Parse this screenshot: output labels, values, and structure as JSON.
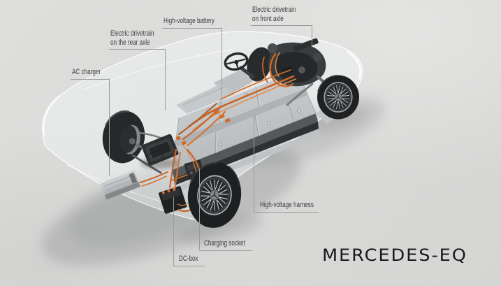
{
  "callouts": [
    {
      "id": "ac-charger",
      "line1": "AC charger",
      "line2": ""
    },
    {
      "id": "drivetrain-rear-axle",
      "line1": "Electric drivetrain",
      "line2": "on the rear axle"
    },
    {
      "id": "high-voltage-battery",
      "line1": "High-voltage battery",
      "line2": ""
    },
    {
      "id": "drivetrain-front-axle",
      "line1": "Electric drivetrain",
      "line2": "on front axle"
    },
    {
      "id": "high-voltage-harness",
      "line1": "High-voltage harness",
      "line2": ""
    },
    {
      "id": "charging-socket",
      "line1": "Charging socket",
      "line2": ""
    },
    {
      "id": "dc-box",
      "line1": "DC-box",
      "line2": ""
    }
  ],
  "brand": {
    "wordmark": "MERCEDES-EQ"
  },
  "colors": {
    "background": "#d3d4d2",
    "label_text": "#3d3d3d",
    "leader_line": "#9b9b9b",
    "cable_orange": "#d06c2a",
    "battery_top": "#c5c9cb",
    "tire_dark": "#1e2022",
    "wordmark": "#1a1a1a"
  }
}
